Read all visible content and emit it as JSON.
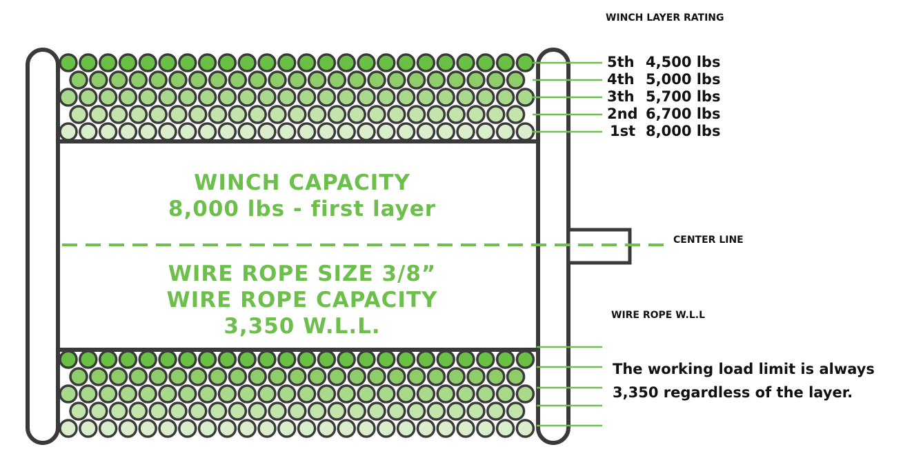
{
  "title": "WINCH LAYER RATING",
  "layers": [
    {
      "label": "5th",
      "value": "4,500 lbs"
    },
    {
      "label": "4th",
      "value": "5,000 lbs"
    },
    {
      "label": "3th",
      "value": "5,700 lbs"
    },
    {
      "label": "2nd",
      "value": "6,700 lbs"
    },
    {
      "label": "1st",
      "value": "8,000 lbs"
    }
  ],
  "capacity": {
    "heading": "WINCH CAPACITY",
    "sub": "8,000 lbs - first layer"
  },
  "center_line": "CENTER LINE",
  "rope": {
    "size": "WIRE ROPE SIZE 3/8”",
    "capacity_label": "WIRE ROPE CAPACITY",
    "wll": "3,350 W.L.L."
  },
  "wll_title": "WIRE ROPE W.L.L",
  "wll_note": [
    "The working load limit is always",
    "3,350 regardless of the layer."
  ],
  "colors": {
    "accent": "#6dbf4b",
    "rows": [
      "#6abf45",
      "#8fcc6a",
      "#a9d98b",
      "#c3e4aa",
      "#dbeecb"
    ],
    "outline": "#3a3a3a"
  }
}
